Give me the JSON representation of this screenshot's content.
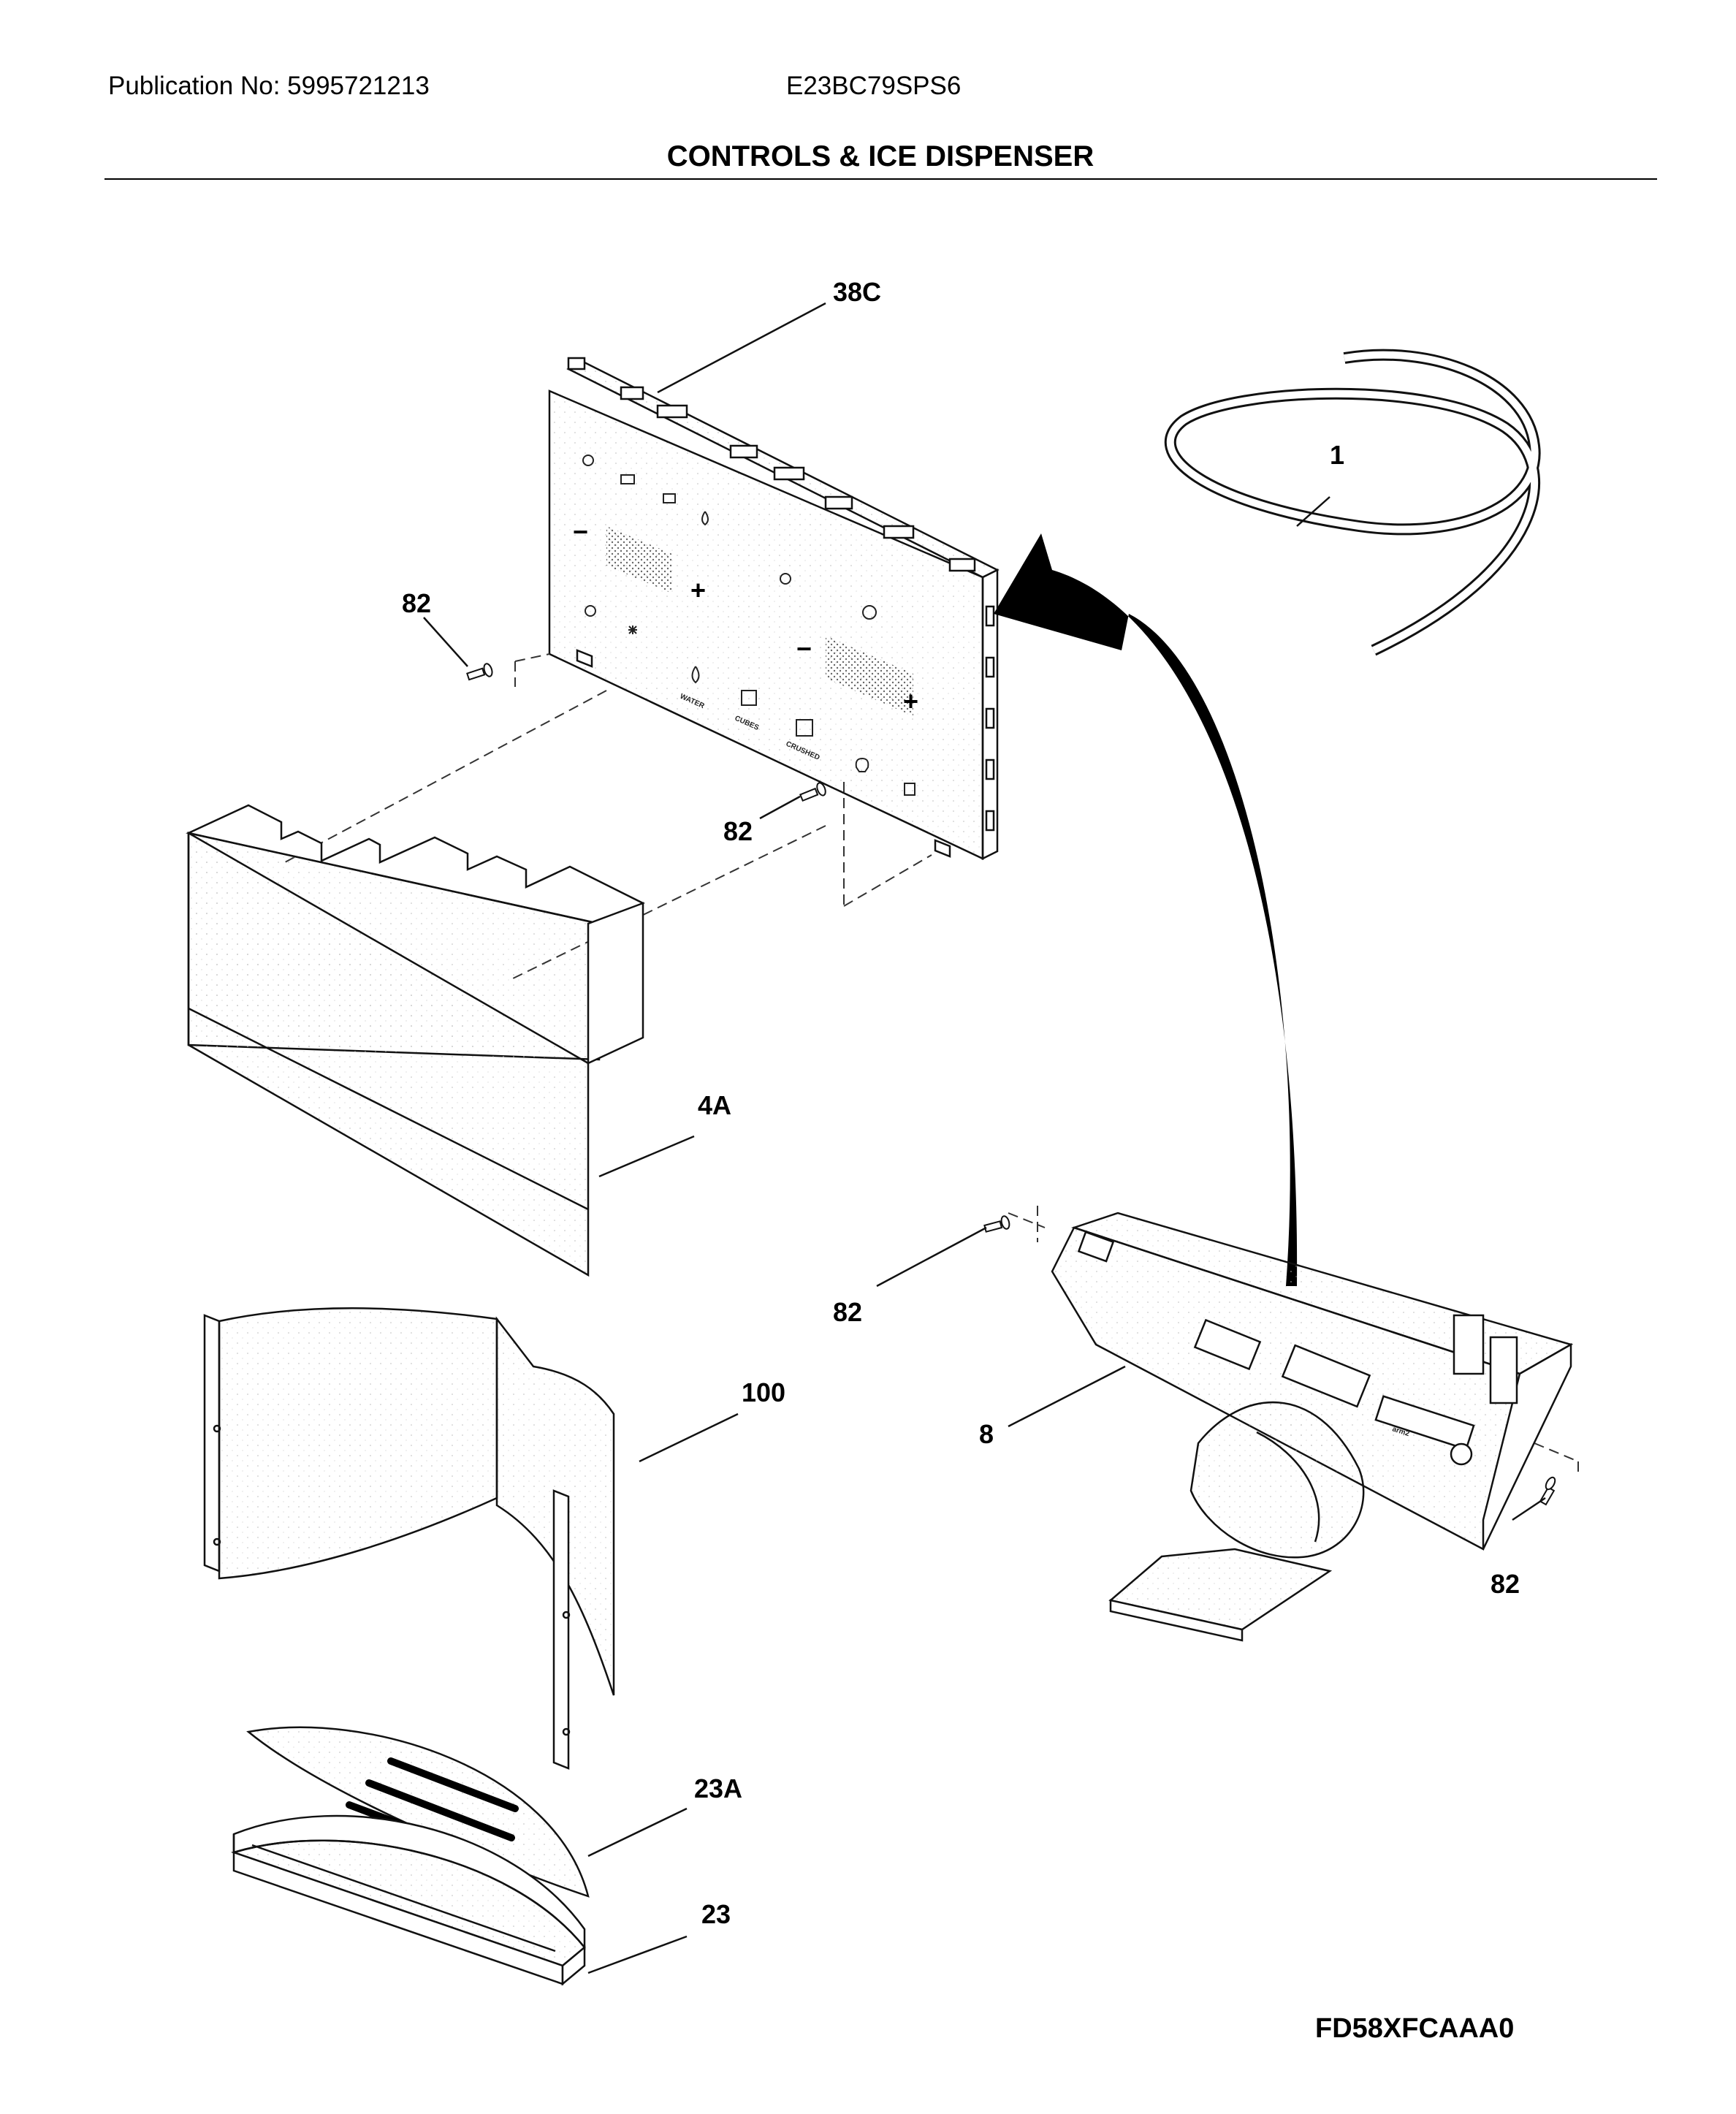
{
  "header": {
    "publication": "Publication No: 5995721213",
    "model": "E23BC79SPS6",
    "title": "CONTROLS & ICE DISPENSER"
  },
  "callouts": {
    "c38c": "38C",
    "c1": "1",
    "c82a": "82",
    "c82b": "82",
    "c4a": "4A",
    "c82c": "82",
    "c100": "100",
    "c8": "8",
    "c82d": "82",
    "c23a": "23A",
    "c23": "23"
  },
  "panel": {
    "plus": "+",
    "minus": "−",
    "water": "WATER",
    "cubes": "CUBES",
    "crushed": "CRUSHED"
  },
  "dispenser": {
    "brand": "arm2"
  },
  "footer": {
    "code": "FD58XFCAAA0"
  }
}
